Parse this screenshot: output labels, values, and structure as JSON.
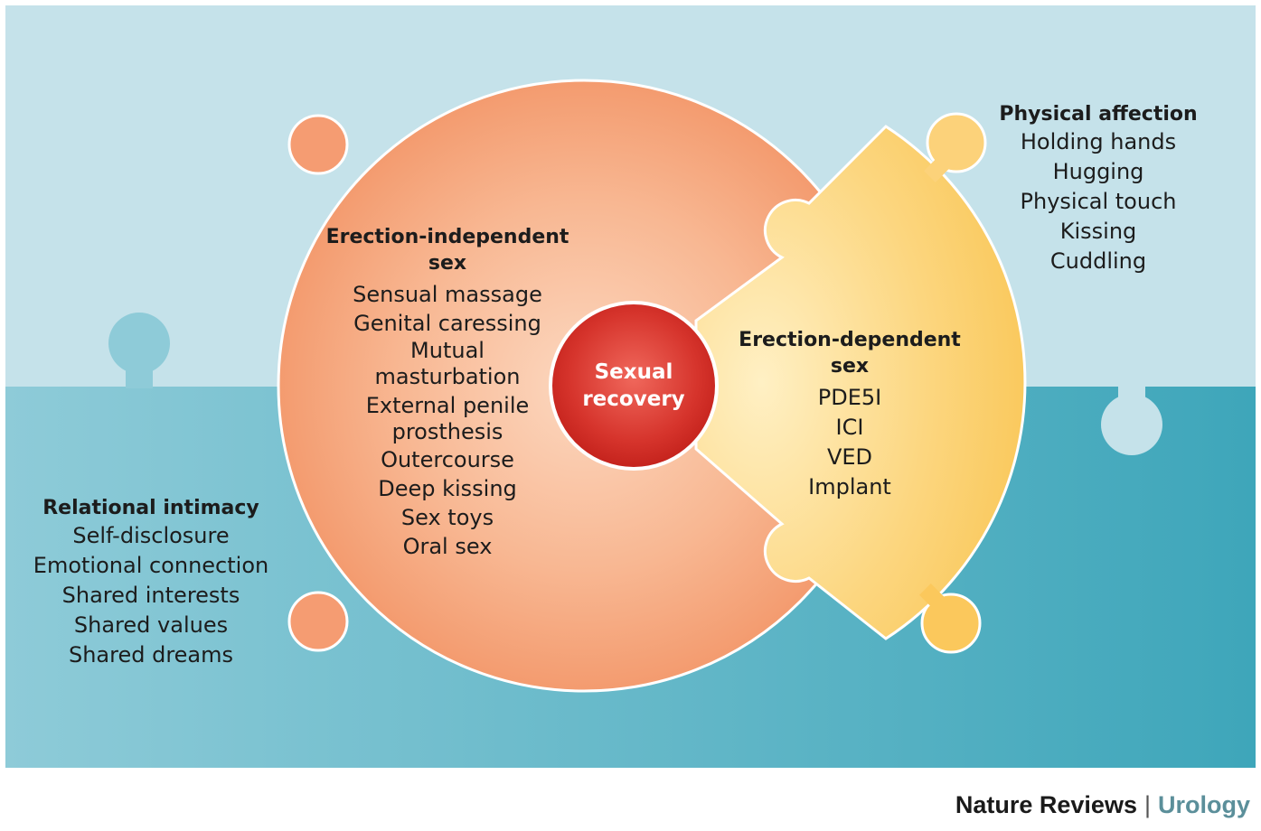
{
  "physical_affection": {
    "heading": "Physical affection",
    "items": [
      "Holding hands",
      "Hugging",
      "Physical touch",
      "Kissing",
      "Cuddling"
    ]
  },
  "relational_intimacy": {
    "heading": "Relational intimacy",
    "items": [
      "Self-disclosure",
      "Emotional connection",
      "Shared interests",
      "Shared values",
      "Shared dreams"
    ]
  },
  "erection_independent": {
    "heading_line1": "Erection-independent",
    "heading_line2": "sex",
    "items": [
      "Sensual massage",
      "Genital caressing",
      "Mutual",
      "masturbation",
      "External penile",
      "prosthesis",
      "Outercourse",
      "Deep kissing",
      "Sex toys",
      "Oral sex"
    ]
  },
  "erection_dependent": {
    "heading_line1": "Erection-dependent",
    "heading_line2": "sex",
    "items": [
      "PDE5I",
      "ICI",
      "VED",
      "Implant"
    ]
  },
  "center": {
    "line1": "Sexual",
    "line2": "recovery"
  },
  "footer": {
    "brand": "Nature Reviews",
    "separator": "|",
    "journal": "Urology"
  },
  "colors": {
    "top_background": "#c5e2ea",
    "bottom_background": "#4aa8bc",
    "orange_piece": "#f49a6e",
    "yellow_piece": "#fbc85c",
    "center_circle": "#cc2a24",
    "journal_accent": "#5b8f9a"
  }
}
